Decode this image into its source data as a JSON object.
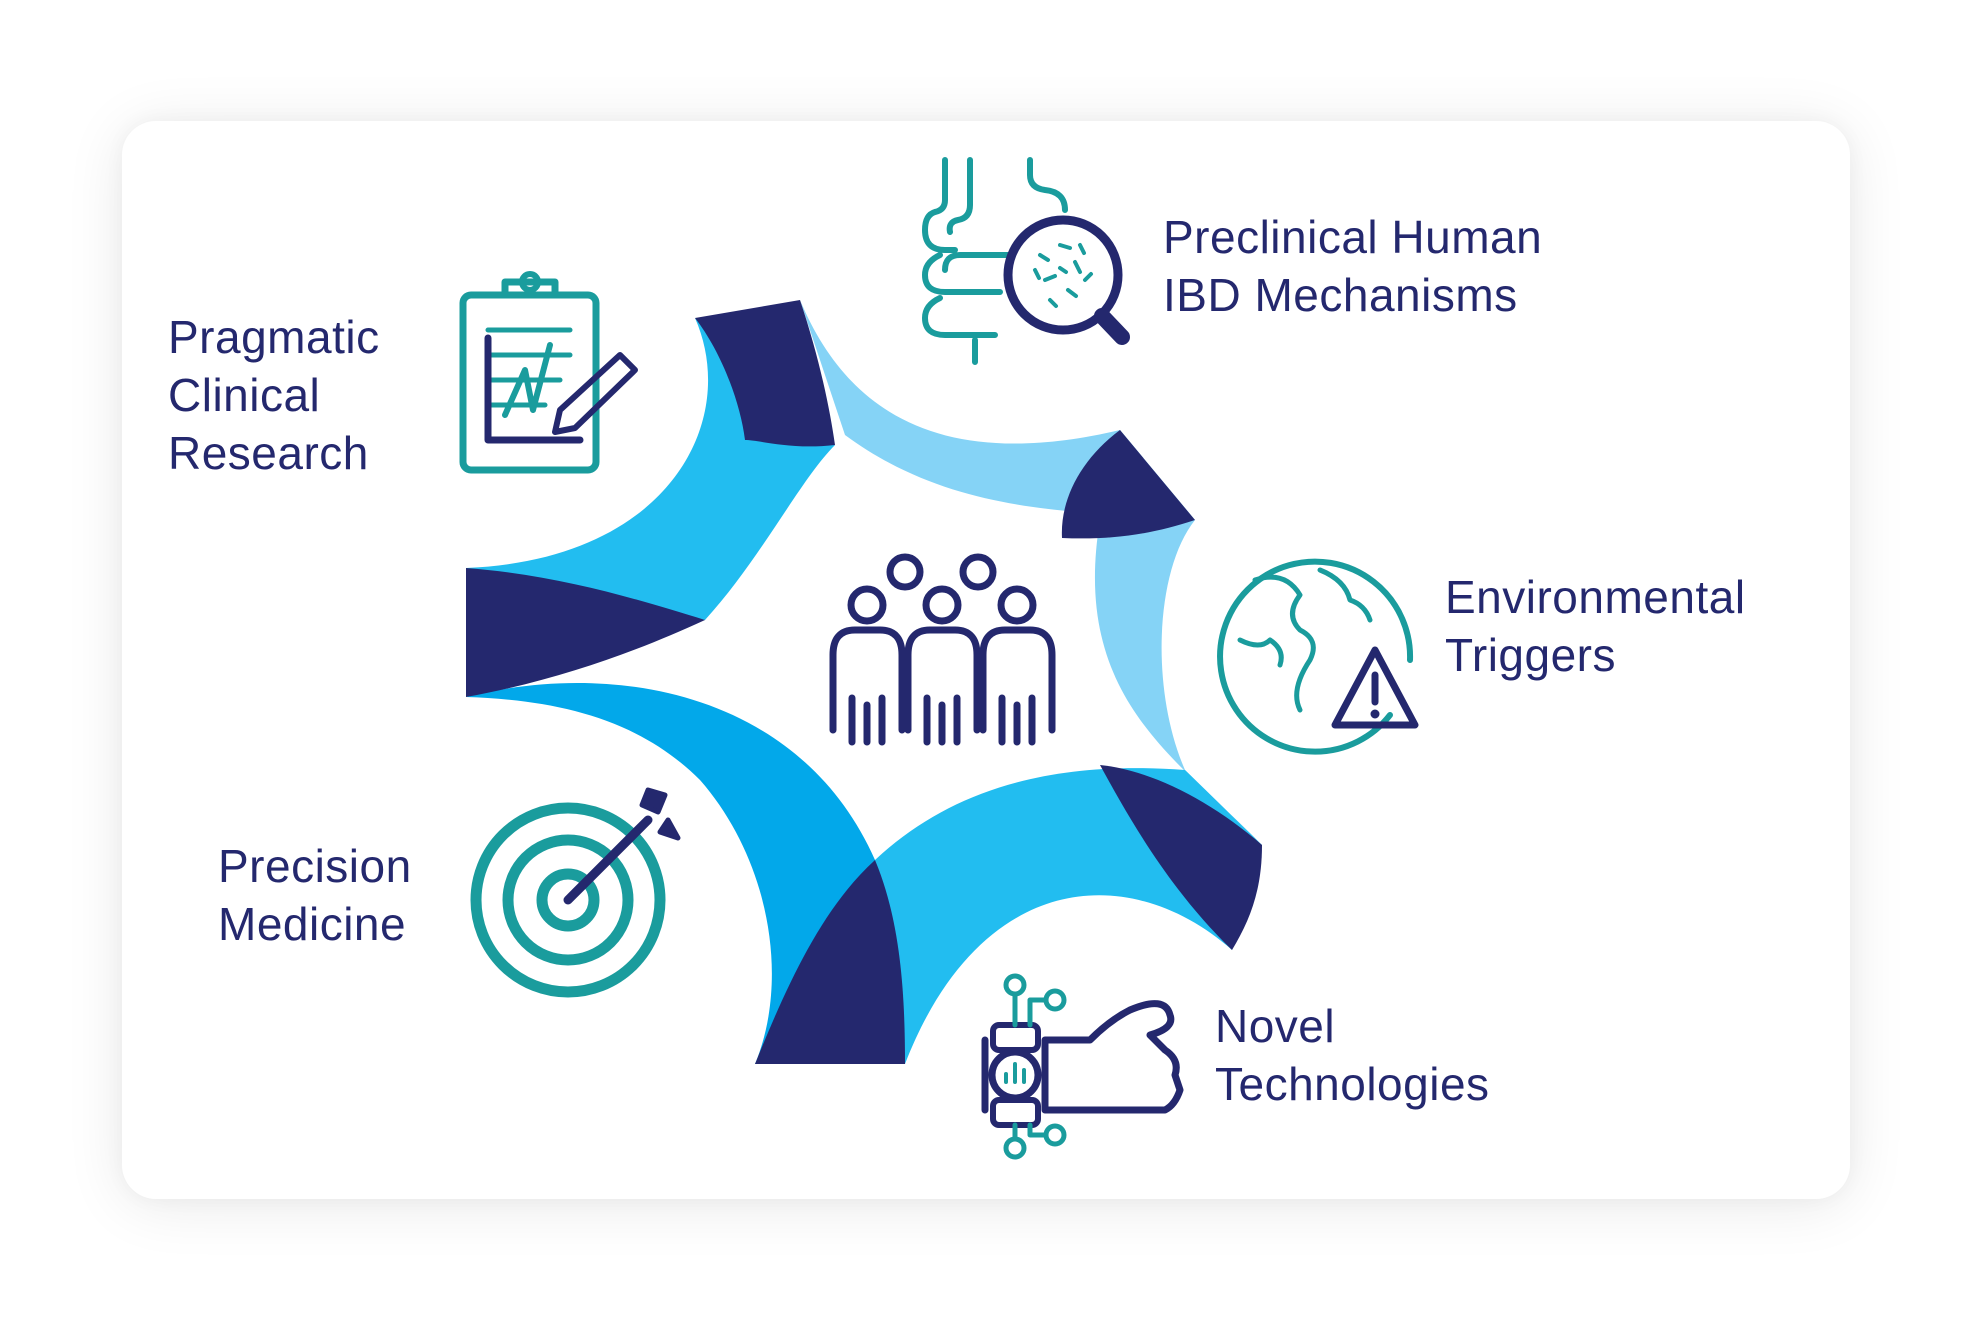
{
  "colors": {
    "navy": "#24286e",
    "bright_blue": "#22bdf0",
    "mid_blue": "#02a8ea",
    "light_blue": "#85d3f6",
    "teal": "#1a9c9d",
    "card_background": "#ffffff"
  },
  "center": {
    "icon": "people-group-icon"
  },
  "themes": [
    {
      "icon": "clipboard-chart-icon",
      "line1": "Pragmatic",
      "line2": "Clinical",
      "line3": "Research"
    },
    {
      "icon": "intestine-magnifier-icon",
      "line1": "Preclinical Human",
      "line2": "IBD Mechanisms"
    },
    {
      "icon": "globe-warning-icon",
      "line1": "Environmental",
      "line2": "Triggers"
    },
    {
      "icon": "wrist-wearable-icon",
      "line1": "Novel",
      "line2": "Technologies"
    },
    {
      "icon": "target-arrow-icon",
      "line1": "Precision",
      "line2": "Medicine"
    }
  ]
}
